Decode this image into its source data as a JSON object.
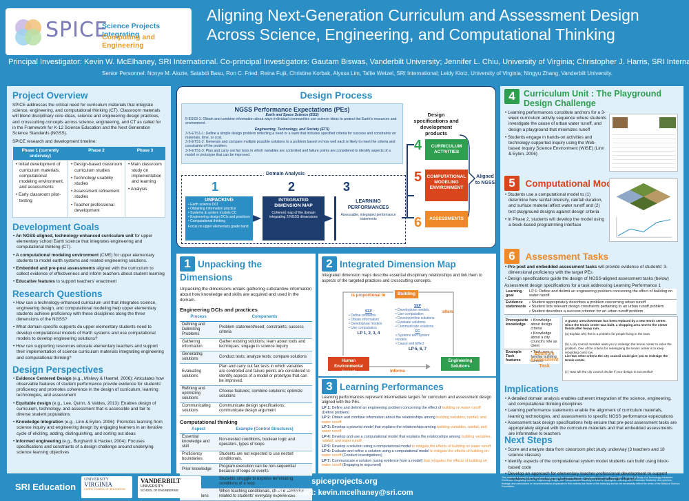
{
  "logo": {
    "word": "SPICE",
    "sub1": "Science Projects Integrating",
    "sub2": "Computing and Engineering"
  },
  "title": "Aligning Next-Generation Curriculum and Assessment Design Across Science, Engineering, and Computational Thinking",
  "pi_line": "Principal Investigator:  Kevin W. McElhaney, SRI International.  Co-principal Investigators: Gautam Biswas, Vanderbilt University; Jennifer L. Chiu, University of Virginia; Christopher J. Harris, SRI International.",
  "senior_personnel": "Senior Personnel: Nonye M. Alozie, Satabdi Basu,  Ron C. Fried,  Reina Fujii, Christine Korbak, Alyssa Lim, Tallie Wetzel, SRI International; Leidy Klotz, University of Virginia; Ningyu Zhang, Vanderbilt University.",
  "overview": {
    "heading": "Project Overview",
    "text": "SPICE addresses the critical need for curriculum materials that integrate science, engineering, and computational thinking (CT). Classroom materials will blend disciplinary core ideas, science and engineering design practices, and crosscutting concepts across science, engineering, and CT as called for in the Framework for K-12 Science Education and the Next Generation Science Standards (NGSS).",
    "timeline_label": "SPICE research and development timeline:",
    "phases": [
      {
        "head": "Phase 1 (currently underway)",
        "items": [
          "Initial development of curriculum materials, computational modeling environment, and assessments",
          "Early classroom pilot-testing"
        ]
      },
      {
        "head": "Phase 2",
        "items": [
          "Design-based classroom curriculum studies",
          "Technology usability studies",
          "Assessment refinement studies",
          "Teacher professional development"
        ]
      },
      {
        "head": "Phase 3",
        "items": [
          "Main classroom study on implementation and learning",
          "Analysis"
        ]
      }
    ]
  },
  "dev_goals": {
    "heading": "Development Goals",
    "items": [
      {
        "b": "An NGSS-aligned, technology-enhanced curriculum unit",
        "t": " for upper elementary school Earth science that integrates engineering and computational thinking (CT)."
      },
      {
        "b": "A computational modeling environment",
        "t": " (CME) for upper elementary students to model earth systems and related engineering solutions."
      },
      {
        "b": "Embedded and pre-post assessments",
        "t": " aligned with the curriculum to collect evidence of effectiveness and inform teachers about student learning"
      },
      {
        "b": "Educative features",
        "t": " to support teachers' enactment"
      }
    ]
  },
  "research_q": {
    "heading": "Research Questions",
    "items": [
      "How can a technology-enhanced curriculum unit that integrates science, engineering design, and computational modeling help upper elementary students achieve proficiency with these disciplines along the three dimensions of the NGSS?",
      "What domain-specific supports do upper elementary students need to develop computational models of Earth systems and use computational models to develop engineering solutions?",
      "How can supporting resources educate elementary teachers and support their implementation of science curriculum materials integrating engineering and computational thinking?"
    ]
  },
  "design_persp": {
    "heading": "Design Perspectives",
    "items": [
      {
        "b": "Evidence Centered Design",
        "t": " (e.g., Mislevy & Haertel, 2006): Articulates how observable features of student performance provide evidence for students' proficiency and promotes coherence in the design of curriculum, learning technologies, and assessment"
      },
      {
        "b": "Equitable design",
        "t": " (e.g., Lee, Quinn, & Valdes, 2013): Enables design of curriculum, technology, and assessment that is accessible and fair to diverse student populations"
      },
      {
        "b": "Knowledge Integration",
        "t": " (e.g., Linn & Eylon, 2006): Promotes learning from science inquiry and engineering design by engaging learners in an iterative cycle of eliciting, adding, distinguishing, and sorting out ideas"
      },
      {
        "b": "Informed engineering",
        "t": " (e.g., Burghardt & Hacker, 2004): Focuses specifications and constraints of a design challenge around underlying science learning objectives"
      }
    ]
  },
  "design_process": {
    "heading": "Design Process",
    "pe_title": "NGSS Performance Expectations (PEs)",
    "pe_sub1": "Earth and Space Science (ESS)",
    "pe_ess": "5-ESS3-1: Obtain and combine information about ways individual communities use science ideas to protect the Earth's resources and environment.",
    "pe_sub2": "Engineering, Technology, and Society (ETS)",
    "pe_ets": [
      "3-5-ETS1-1: Define a simple design problem reflecting a need or a want that includes specified criteria for success and constraints on materials, time, or cost.",
      "3-5-ETS1-2: Generate and compare multiple possible solutions to a problem based on how well each is likely to meet the criteria and constraints of the problem.",
      "3-5-ETS1-3: Plan and carry out fair tests in which variables are controlled and failure points are considered to identify aspects of a model or prototype that can be improved."
    ],
    "spec_label": "Design specifications and development products",
    "domain_analysis": "Domain Analysis",
    "aligned": "Aligned to NGSS",
    "unpacking": {
      "num": "1",
      "title": "UNPACKING",
      "items": [
        "Earth science DCI",
        "Obtaining information practice",
        "Systems & system models CC",
        "Engineering design DCIs and practices",
        "Computational thinking"
      ],
      "focus": "Focus on upper elementary grade band"
    },
    "idm": {
      "num": "2",
      "title": "INTEGRATED DIMENSION MAP",
      "desc": "Coherent map of the domain integrating 3 NGSS dimensions"
    },
    "lp": {
      "num": "3",
      "title": "LEARNING PERFORMANCES",
      "desc": "Assessable, integrated performance statements"
    },
    "products": [
      {
        "num": "4",
        "label": "CURRICULUM ACTIVITIES"
      },
      {
        "num": "5",
        "label": "COMPUTATIONAL MODELING ENVIRONMENT"
      },
      {
        "num": "6",
        "label": "ASSESSMENTS"
      }
    ]
  },
  "unpack": {
    "num": "1",
    "heading": "Unpacking the Dimensions",
    "text": "Unpacking the dimensions entails gathering substantive information about how knowledge and skills are acquired and used in the domain.",
    "sub": "Engineering DCIs and practices",
    "head": [
      "Process",
      "Components"
    ],
    "rows": [
      [
        "Defining and Delimiting Problems",
        "Problem statement/need; constraints; success criteria"
      ],
      [
        "Gathering information",
        "Gather existing solutions; learn about tools and techniques; engage in science inquiry"
      ],
      [
        "Generating solutions",
        "Conduct tests; analyze tests; compare solutions"
      ],
      [
        "Evaluating solutions",
        "Plan and carry out fair tests in which variables are controlled and failure points are considered to identify aspects of a model or prototype that can be improved."
      ],
      [
        "Refining and optimizing solutions",
        "Choose features; combine solutions; optimize solutions"
      ],
      [
        "Communicating solutions",
        "Communicate design specifications; communicate design argument"
      ]
    ],
    "sub2": "Computational thinking",
    "head2": [
      "Aspect",
      "Example (Control Structures)"
    ],
    "rows2": [
      [
        "Essential knowledge and skill",
        "Non-nested conditions, boolean logic and operators, types of loops"
      ],
      [
        "Proficiency boundaries",
        "Students are not expected to use nested conditionals."
      ],
      [
        "Prior knowledge",
        "Program execution can be non-sequential because of loops or events"
      ],
      [
        "Student challenges",
        "Students struggle to express terminating conditions of a loop"
      ],
      [
        "Equity considerations",
        "When teaching conditionals, choose scenarios related to students' everyday experiences"
      ]
    ]
  },
  "idm_sec": {
    "num": "2",
    "heading": "Integrated Dimension Map",
    "text": "Integrated dimension maps describe essential disciplinary relationships and link them to aspects of the targeted practices and crosscutting concepts.",
    "building": "Building",
    "prop": "is proportional to",
    "alters": "alters",
    "informs": "informs",
    "hei": "Human Environmental Impact",
    "es": "Engineering Solutions",
    "sep1": "SEP",
    "sep1_items": [
      "Define problems",
      "Obtain information",
      "Develop/use models",
      "Use computation"
    ],
    "lp1": "LP 1, 2, 3, 4",
    "sep2": "SEP",
    "sep2_items": [
      "Develop/use models",
      "Use computation",
      "Develop/refine solutions",
      "Evaluate solutions",
      "Communicate solutions"
    ],
    "cc": "CC",
    "cc_items": [
      "Systems and system models",
      "Cause and Effect"
    ],
    "lp2": "LP 5, 6, 7"
  },
  "lp_sec": {
    "num": "3",
    "heading": "Learning Performances",
    "text": "Learning performances represent intermediate targets for curriculum and assessment design aligned with the PEs.",
    "items": [
      {
        "k": "LP 1:",
        "t": "Define and delimit an engineering problem concerning the effect of ",
        "o": "building on water runoff",
        "e": " (Define problem)"
      },
      {
        "k": "LP 2:",
        "t": "Obtain and combine information about the relationships among ",
        "o": "building variables, rainfall, and water runoff",
        "e": ""
      },
      {
        "k": "LP 3:",
        "t": "Develop a pictorial model that explains the relationships among ",
        "o": "building variables, rainfall, and water runoff",
        "e": ""
      },
      {
        "k": "LP 4:",
        "t": "Develop and use a computational model that explains the relationships among ",
        "o": "building variables, rainfall, and water runoff",
        "e": ""
      },
      {
        "k": "LP 5:",
        "t": "Develop a solution using a computational model ",
        "o": "to mitigate the effects of building on water runoff",
        "e": ""
      },
      {
        "k": "LP 6:",
        "t": "Evaluate and refine a solution using a computational model ",
        "o": "to mitigate the effects of building on water runoff",
        "e": " (Conduct investigations)"
      },
      {
        "k": "LP 7:",
        "t": "Communicate a solution (using evidence from a model) ",
        "o": "that mitigates the effects of building on water runoff",
        "e": " (Engaging in argument)"
      }
    ]
  },
  "curric": {
    "num": "4",
    "heading": "Curriculum Unit : The Playground Design Challenge",
    "items": [
      "Learning performances constitute anchors for a 3-week curriculum activity sequence where students investigate the cause of urban water runoff, and design a playground that minimizes runoff",
      "Students engage in hands-on activities and technology-supported inquiry using the Web-based Inquiry Science Environment (WISE) (Linn & Eylon, 2006)"
    ]
  },
  "cme": {
    "num": "5",
    "heading": "Computational Model",
    "items": [
      "Students use a computational model to (1) determine how rainfall intensity, rainfall duration, and surface material affect water runoff and (2) test playground designs against design criteria",
      "In Phase 2, students will develop the model using a block-based programming interface"
    ]
  },
  "assess": {
    "num": "6",
    "heading": "Assessment Tasks",
    "items": [
      {
        "b": "Pre-post and embedded assessment tasks",
        "t": " will provide evidence of students' 3-dimensional proficiency with the target PEs"
      },
      {
        "b": "",
        "t": "Design specifications guide the design of NGSS-aligned assessment tasks (below)"
      }
    ],
    "spec_intro": "Assessment design specifications for a task addressing Learning Performance 1",
    "spec_rows": [
      {
        "k": "Learning goal",
        "v": [
          "LP 1: Define and delimit an engineering problem concerning the effect of building on water runoff."
        ]
      },
      {
        "k": "Evidence statements",
        "v": [
          "Student appropriately describes a problem concerning urban runoff",
          "Student lists relevant design constraints pertaining to an urban runoff problem",
          "Student describes a success criterion for an urban runoff problem"
        ]
      },
      {
        "k": "Prerequisite knowledge",
        "v": [
          "Knowledge about design criteria",
          "Knowledge about a city council's role as client"
        ]
      },
      {
        "k": "Example Task features",
        "v": [
          "Task uses a familiar building context"
        ]
      }
    ],
    "task_bold": "A grassy area downtown has been replaced by a new tennis center. Since the tennis center was built, a shopping area next to the center floods after heavy rain.",
    "task_a": "(a) Explain why this is a problem for people living in the town.",
    "task_b": "(b) A city council member asks you to redesign the tennis center to solve the problem. One of the criteria for redesigning the tennis center is to keep rebuilding costs low.",
    "task_b2": "List two other criteria the city council could give you to redesign the tennis center.",
    "task_c": "(c) How will the city council decide if your design is successful?",
    "task_label": "Example Assessment Task"
  },
  "implications": {
    "heading": "Implications",
    "items": [
      "A detailed domain analysis enables coherent integration of the science, engineering, and computational thinking disciplines",
      "Learning performance statements enable the alignment of curriculum materials, learning technologies, and assessments to specific NGSS performance expectations",
      "Assessment task design specifications help ensure that pre-post assessment tasks are appropriately aligned with the curriculum materials and that embedded assessments are informative to teachers"
    ]
  },
  "next_steps": {
    "heading": "Next Steps",
    "items": [
      "Score and analyze data from classroom pilot study underway (3 teachers and 18 science classes)",
      "Identify aspects of the computational system model students can build using block-based code",
      "Develop an approach for elementary teacher professional development to support students across science, engineering, and computational thinking"
    ]
  },
  "footer": {
    "url": "spiceprojects.org",
    "contact": "PI Contact: kevin.mcelhaney@sri.com",
    "sri": "SRI Education",
    "uva1": "UNIVERSITY",
    "uva2": "VIRGINIA",
    "uva3": "CURRY SCHOOL OF EDUCATION",
    "vu1": "VANDERBILT",
    "vu2": "UNIVERSITY",
    "vu3": "SCHOOL OF ENGINEERING",
    "nsf_note": "This material is based in part upon work supported by the National Science Foundation under NSF Award DRL 1742195 (A Study of a Technology-enhanced Curriculum Integrating Science, Engineering Design, and Computational Modeling to Achieve Synergistic Learning with Elementary Students). Any opinions, findings, and conclusions or recommendations expressed in this material are those of the author(s) and do not necessarily reflect the views of the National Science Foundation."
  },
  "colors": {
    "blue": "#2b8fc5",
    "green": "#2e9e4f",
    "red": "#d9451c",
    "orange": "#ef8a2b",
    "navy": "#1d3d6e"
  }
}
